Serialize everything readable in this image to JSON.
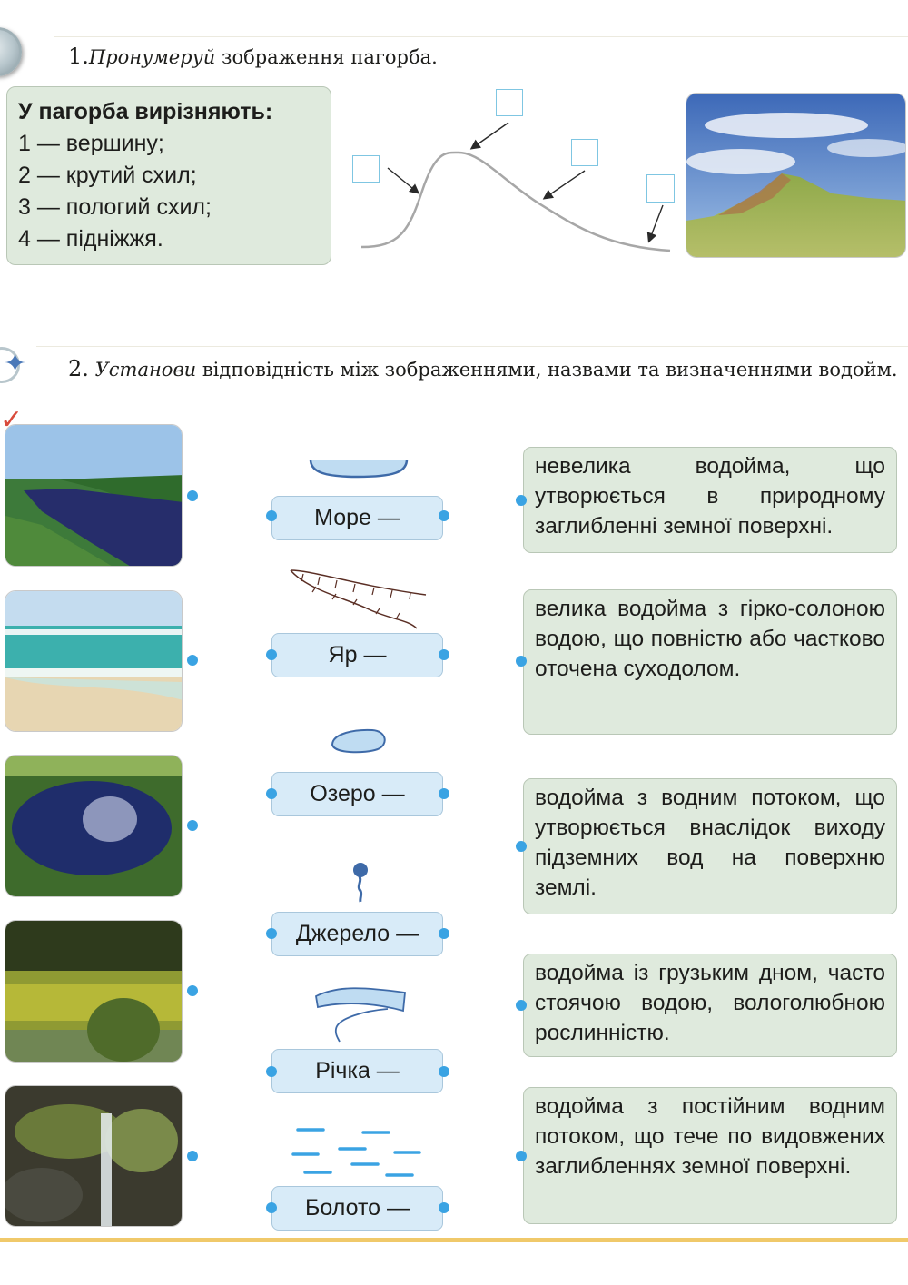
{
  "task1": {
    "number": "1.",
    "verb": "Пронумеруй",
    "rest": " зображення пагорба.",
    "info_box": {
      "heading": "У пагорба вирізняють:",
      "items": [
        "1 — вершину;",
        "2 — крутий схил;",
        "3 — пологий схил;",
        "4 — підніжжя."
      ]
    },
    "diagram": {
      "label_boxes": [
        "",
        "",
        "",
        ""
      ],
      "curve_color": "#a7a7a7",
      "box_border_color": "#7fc6e2"
    },
    "photo": "hill-photo"
  },
  "task2": {
    "number": "2.",
    "verb": "Установи",
    "rest": " відповідність між зображеннями, назвами та визначеннями водойм.",
    "photos": [
      "river-photo",
      "sea-photo",
      "lake-photo",
      "swamp-photo",
      "spring-photo"
    ],
    "names": [
      "Море —",
      "Яр —",
      "Озеро —",
      "Джерело —",
      "Річка —",
      "Болото —"
    ],
    "symbols": [
      "sea-symbol",
      "ravine-symbol",
      "lake-symbol",
      "spring-symbol",
      "river-symbol",
      "swamp-symbol"
    ],
    "definitions": [
      "невелика водойма, що утворюється в природному заглибленні земної поверхні.",
      "велика водойма з гірко-солоною водою, що повністю або частково оточена суходолом.",
      "водойма з водним потоком, що утворюється внаслідок виходу підземних вод на поверхню землі.",
      "водойма із грузьким дном, часто стоячою водою, вологолюбною рослинністю.",
      "водойма з постійним водним потоком, що тече по видовжених заглибленнях земної поверхні."
    ]
  },
  "colors": {
    "dot": "#3aa3e3",
    "name_box_bg": "#d8ebf8",
    "def_box_bg": "#dfeadd",
    "bottom_bar": "#f0c96a"
  }
}
